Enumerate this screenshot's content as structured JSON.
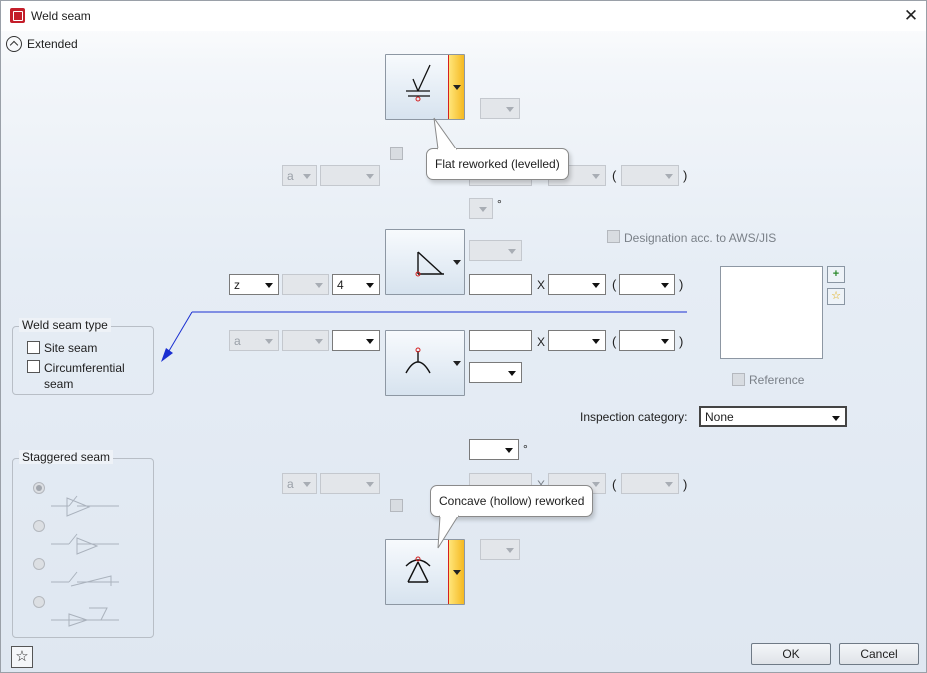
{
  "window": {
    "title": "Weld seam",
    "extended_label": "Extended"
  },
  "top": {
    "symbol": "flat-reworked-weld-symbol-icon",
    "tooltip": "Flat reworked (levelled)"
  },
  "row_a1": {
    "prefix": "a"
  },
  "arrow_side": {
    "line_select": "z",
    "size_select": "4",
    "x_label": "X"
  },
  "other_side": {
    "prefix": "a",
    "x_label": "X"
  },
  "designation_label": "Designation acc. to AWS/JIS",
  "reference_label": "Reference",
  "inspection": {
    "label": "Inspection category:",
    "value": "None"
  },
  "degree_sign": "°",
  "bottom": {
    "prefix": "a",
    "x_label": "X",
    "tooltip": "Concave (hollow) reworked"
  },
  "weld_seam_type": {
    "title": "Weld seam type",
    "site_seam": "Site seam",
    "circumferential_seam": "Circumferential seam"
  },
  "staggered": {
    "title": "Staggered seam"
  },
  "parens": {
    "open": "(",
    "close": ")"
  },
  "buttons": {
    "ok": "OK",
    "cancel": "Cancel"
  },
  "colors": {
    "accent_strip": "#f5b921",
    "red_line": "#d42020",
    "arrow_line": "#1a2fd1"
  }
}
